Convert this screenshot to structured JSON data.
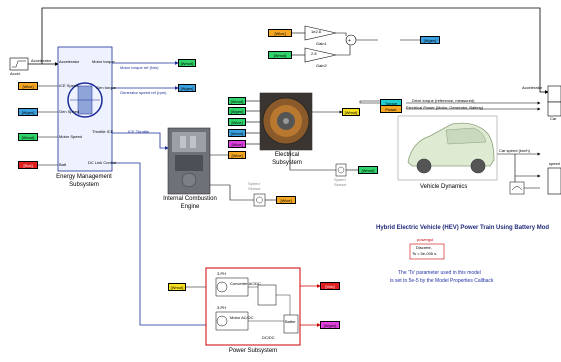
{
  "title": "Hybrid Electric Vehicle (HEV) Power Train Using Battery Mod",
  "powergui": {
    "label": "powergui",
    "mode": "Discrete,",
    "ts": "Ts = 5e-005 s."
  },
  "note": [
    "The 'Ts' parameter used in this model",
    "is set to 5e-5 by the Model Properties Callback"
  ],
  "source": {
    "label": "Accel.",
    "caption": "Accelerator"
  },
  "goto_tags": {
    "wmot": "[Wmot]",
    "wgen": "[Wgen]",
    "wmot2": "[Wmot]",
    "wice": "[Wice]",
    "soc": "[Soc]",
    "wmot3": "[Wmot]",
    "wgen3": "[Wgen]",
    "wice3": "[Wice]",
    "wmot4": "[Wmot]",
    "wmot_out": "[Wmot]",
    "wgen_out": "[Wgen]",
    "vdc": "[Vdc]",
    "wmot_ps": "[Wmot]",
    "wmotq": "[Wmot]",
    "wgen_ps": "[Wgen]",
    "wice_out": "[Wice]",
    "wice_es": "[Wice]",
    "wice_ps": "[Wice]",
    "wmot_ps2": "[Wmot]",
    "wgen_ps2": "[Wgen]",
    "wmot_vd": "[Wmot]"
  },
  "ems": {
    "name": "Energy Management",
    "name2": "Subsystem",
    "in_ports": [
      "Accelerator",
      "ICE Speed",
      "Gen Speed",
      "Motor Speed",
      "Batt"
    ],
    "out_ports": [
      "Motor torque",
      "Gen torque",
      "Throttle ICE",
      "DC Link Control"
    ]
  },
  "signals": {
    "motor_torque_ref": "Motor torque ref (Nm)",
    "gen_speed_ref": "Generator speed ref (rpm)",
    "ice_throttle": "ICE Throttle"
  },
  "ice": {
    "name": "Internal Combustion",
    "name2": "Engine"
  },
  "gains": {
    "g1": "1e2.8",
    "g1name": "Gain1",
    "g2": "2.8",
    "g2name": "Gain2"
  },
  "electrical": {
    "name": "Electrical",
    "name2": "Subsystem",
    "ports": [
      "[Wmot]",
      "[Wgen]",
      "[Wice]",
      "[Wmot]",
      "[Wice]"
    ]
  },
  "speed_sensor": {
    "label": "Speed",
    "label2": "Sensor"
  },
  "speed_sensor2": {
    "label": "Speed",
    "label2": "Sensor"
  },
  "vehicle": {
    "name": "Vehicle Dynamics",
    "sig1": "Drive torque (reference, measured)",
    "sig2": "Electrical Power (Motor, Generator, Battery)",
    "sig3": "Car speed (km/h)",
    "tags": [
      "Torque",
      "Power"
    ]
  },
  "scopes": {
    "s1": "Car",
    "s2": "speed",
    "accel": "Accelerator"
  },
  "power": {
    "name": "Power Subsystem",
    "labels": [
      "Converter AC/DC",
      "Motor AC/DC",
      "Batter",
      "3-PH",
      "3-PH",
      "DC/DC"
    ]
  }
}
